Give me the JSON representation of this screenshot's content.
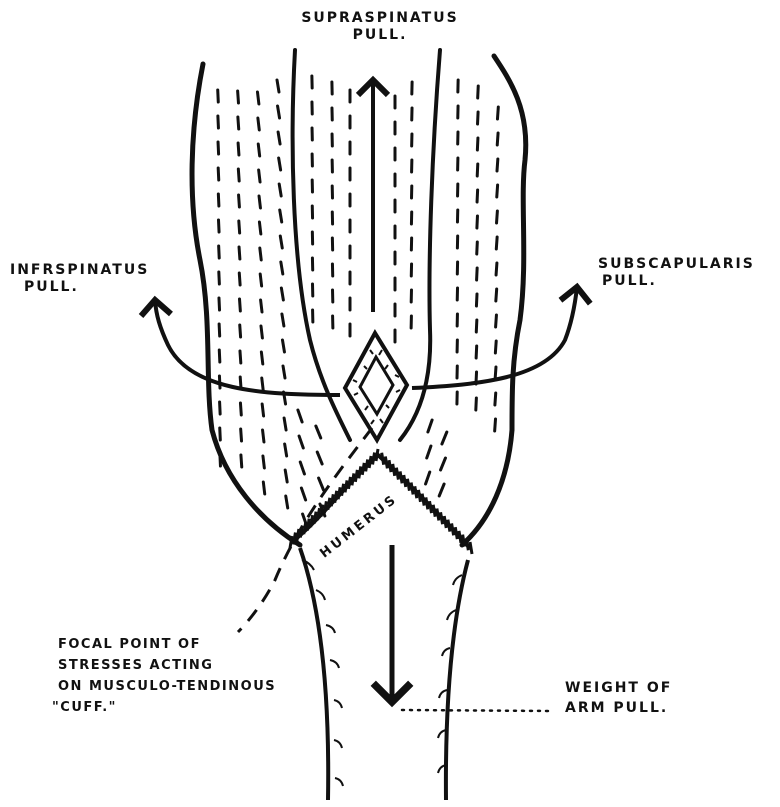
{
  "labels": {
    "supraspinatus": [
      "SUPRASPINATUS",
      "PULL."
    ],
    "infraspinatus": [
      "INFRSPINATUS",
      "PULL."
    ],
    "subscapularis": [
      "SUBSCAPULARIS",
      "PULL."
    ],
    "focal": [
      "FOCAL POINT OF",
      "STRESSES ACTING",
      "ON MUSCULO-TENDINOUS",
      "\"CUFF.\""
    ],
    "weight": [
      "WEIGHT OF",
      "ARM PULL."
    ],
    "humerus": "HUMERUS"
  },
  "colors": {
    "ink": "#111111",
    "background": "#ffffff"
  }
}
